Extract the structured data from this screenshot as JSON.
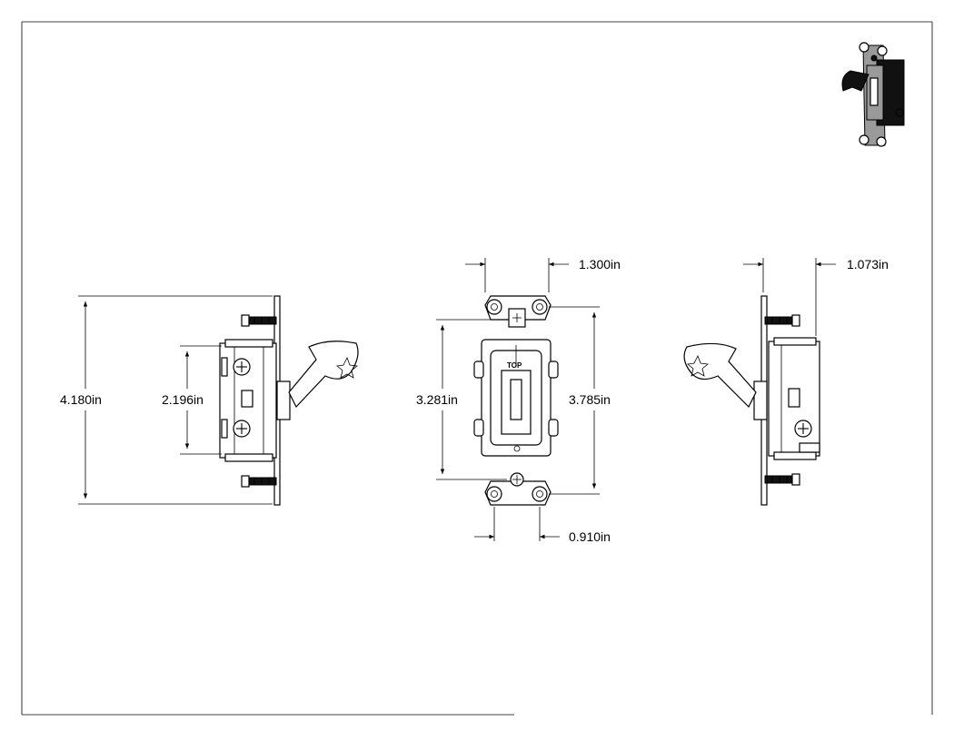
{
  "drawing": {
    "views": {
      "side_left": {
        "label": "side-view-left"
      },
      "front": {
        "top_label": "TOP"
      },
      "side_right": {
        "label": "side-view-right"
      }
    },
    "dimensions": {
      "overall_height": "4.180in",
      "body_height": "2.196in",
      "mount_height": "3.281in",
      "strap_height": "3.785in",
      "strap_width": "1.300in",
      "body_width": "0.910in",
      "depth": "1.073in"
    },
    "colors": {
      "line": "#000000",
      "background": "#ffffff",
      "shade": "#9a9a9a"
    },
    "icons": [
      "switch-3d-thumbnail-icon"
    ]
  }
}
